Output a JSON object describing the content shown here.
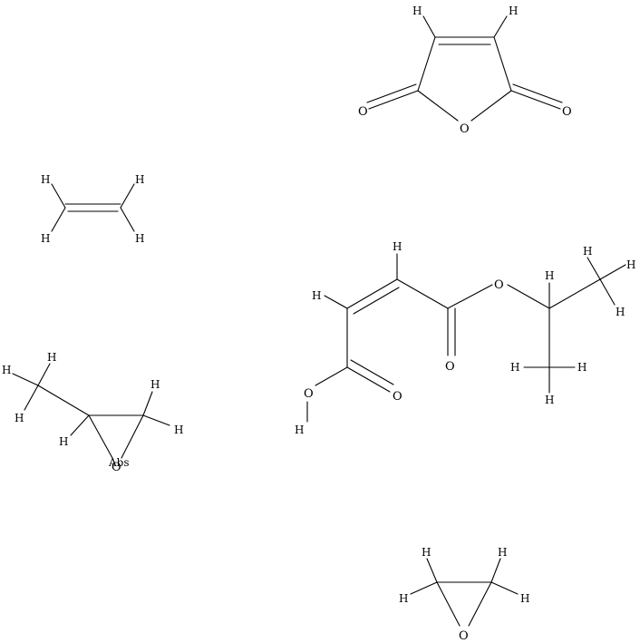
{
  "molecules": {
    "maleic_anhydride": {
      "h_left": "H",
      "h_right": "H",
      "o_left": "O",
      "o_right": "O",
      "o_ring": "O"
    },
    "ethylene": {
      "h1": "H",
      "h2": "H",
      "h3": "H",
      "h4": "H"
    },
    "isopropyl_maleate": {
      "h_alkene_left": "H",
      "h_alkene_right": "H",
      "o_ester": "O",
      "o_carbonyl_ester": "O",
      "o_acid_carbonyl": "O",
      "o_hydroxyl": "O",
      "h_hydroxyl": "H",
      "h_ch": "H",
      "h_me1_a": "H",
      "h_me1_b": "H",
      "h_me1_c": "H",
      "h_me2_a": "H",
      "h_me2_b": "H",
      "h_me2_c": "H"
    },
    "methyloxirane": {
      "h_me_a": "H",
      "h_me_b": "H",
      "h_me_c": "H",
      "h_ch": "H",
      "h_ch2_a": "H",
      "h_ch2_b": "H",
      "o_ring": "O",
      "stereo_label": "Abs"
    },
    "oxirane": {
      "h1": "H",
      "h2": "H",
      "h3": "H",
      "h4": "H",
      "o_ring": "O"
    }
  }
}
